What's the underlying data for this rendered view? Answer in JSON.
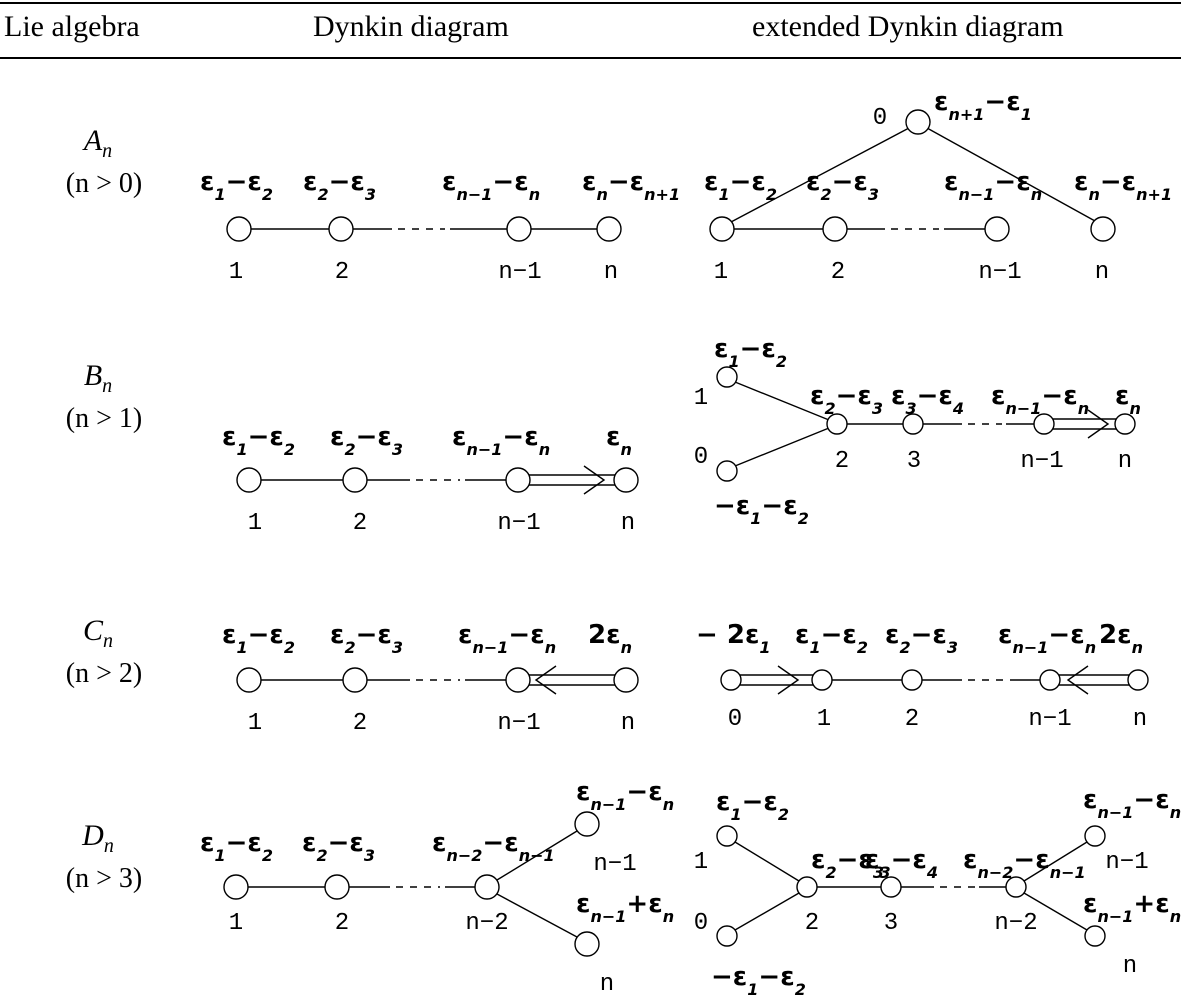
{
  "header": {
    "col_lie": "Lie algebra",
    "col_dynkin": "Dynkin diagram",
    "col_extended": "extended Dynkin diagram"
  },
  "rows": [
    {
      "algebra": "A",
      "sub": "n",
      "condition": "(n > 0)",
      "dynkin": {
        "roots": [
          {
            "a": "ε",
            "as": "1",
            "op": "−",
            "b": "ε",
            "bs": "2"
          },
          {
            "a": "ε",
            "as": "2",
            "op": "−",
            "b": "ε",
            "bs": "3"
          },
          {
            "a": "ε",
            "as": "n−1",
            "op": "−",
            "b": "ε",
            "bs": "n"
          },
          {
            "a": "ε",
            "as": "n",
            "op": "−",
            "b": "ε",
            "bs": "n+1"
          }
        ],
        "labels": [
          "1",
          "2",
          "n−1",
          "n"
        ]
      },
      "extended": {
        "roots": [
          {
            "a": "ε",
            "as": "n+1",
            "op": "−",
            "b": "ε",
            "bs": "1"
          },
          {
            "a": "ε",
            "as": "1",
            "op": "−",
            "b": "ε",
            "bs": "2"
          },
          {
            "a": "ε",
            "as": "2",
            "op": "−",
            "b": "ε",
            "bs": "3"
          },
          {
            "a": "ε",
            "as": "n−1",
            "op": "−",
            "b": "ε",
            "bs": "n"
          },
          {
            "a": "ε",
            "as": "n",
            "op": "−",
            "b": "ε",
            "bs": "n+1"
          }
        ],
        "labels": [
          "0",
          "1",
          "2",
          "n−1",
          "n"
        ]
      }
    },
    {
      "algebra": "B",
      "sub": "n",
      "condition": "(n > 1)",
      "dynkin": {
        "roots": [
          {
            "a": "ε",
            "as": "1",
            "op": "−",
            "b": "ε",
            "bs": "2"
          },
          {
            "a": "ε",
            "as": "2",
            "op": "−",
            "b": "ε",
            "bs": "3"
          },
          {
            "a": "ε",
            "as": "n−1",
            "op": "−",
            "b": "ε",
            "bs": "n"
          },
          {
            "a": "ε",
            "as": "n"
          }
        ],
        "labels": [
          "1",
          "2",
          "n−1",
          "n"
        ]
      },
      "extended": {
        "roots": [
          {
            "a": "ε",
            "as": "1",
            "op": "−",
            "b": "ε",
            "bs": "2"
          },
          {
            "pre": "−",
            "a": "ε",
            "as": "1",
            "op": "−",
            "b": "ε",
            "bs": "2"
          },
          {
            "a": "ε",
            "as": "2",
            "op": "−",
            "b": "ε",
            "bs": "3"
          },
          {
            "a": "ε",
            "as": "3",
            "op": "−",
            "b": "ε",
            "bs": "4"
          },
          {
            "a": "ε",
            "as": "n−1",
            "op": "−",
            "b": "ε",
            "bs": "n"
          },
          {
            "a": "ε",
            "as": "n"
          }
        ],
        "labels": [
          "1",
          "0",
          "2",
          "3",
          "n−1",
          "n"
        ]
      }
    },
    {
      "algebra": "C",
      "sub": "n",
      "condition": "(n > 2)",
      "dynkin": {
        "roots": [
          {
            "a": "ε",
            "as": "1",
            "op": "−",
            "b": "ε",
            "bs": "2"
          },
          {
            "a": "ε",
            "as": "2",
            "op": "−",
            "b": "ε",
            "bs": "3"
          },
          {
            "a": "ε",
            "as": "n−1",
            "op": "−",
            "b": "ε",
            "bs": "n"
          },
          {
            "pre": "2",
            "a": "ε",
            "as": "n"
          }
        ],
        "labels": [
          "1",
          "2",
          "n−1",
          "n"
        ]
      },
      "extended": {
        "roots": [
          {
            "pre": "− 2",
            "a": "ε",
            "as": "1"
          },
          {
            "a": "ε",
            "as": "1",
            "op": "−",
            "b": "ε",
            "bs": "2"
          },
          {
            "a": "ε",
            "as": "2",
            "op": "−",
            "b": "ε",
            "bs": "3"
          },
          {
            "a": "ε",
            "as": "n−1",
            "op": "−",
            "b": "ε",
            "bs": "n"
          },
          {
            "pre": "2",
            "a": "ε",
            "as": "n"
          }
        ],
        "labels": [
          "0",
          "1",
          "2",
          "n−1",
          "n"
        ]
      }
    },
    {
      "algebra": "D",
      "sub": "n",
      "condition": "(n > 3)",
      "dynkin": {
        "roots": [
          {
            "a": "ε",
            "as": "1",
            "op": "−",
            "b": "ε",
            "bs": "2"
          },
          {
            "a": "ε",
            "as": "2",
            "op": "−",
            "b": "ε",
            "bs": "3"
          },
          {
            "a": "ε",
            "as": "n−2",
            "op": "−",
            "b": "ε",
            "bs": "n−1"
          },
          {
            "a": "ε",
            "as": "n−1",
            "op": "−",
            "b": "ε",
            "bs": "n"
          },
          {
            "a": "ε",
            "as": "n−1",
            "op": "+",
            "b": "ε",
            "bs": "n"
          }
        ],
        "labels": [
          "1",
          "2",
          "n−2",
          "n−1",
          "n"
        ]
      },
      "extended": {
        "roots": [
          {
            "a": "ε",
            "as": "1",
            "op": "−",
            "b": "ε",
            "bs": "2"
          },
          {
            "pre": "−",
            "a": "ε",
            "as": "1",
            "op": "−",
            "b": "ε",
            "bs": "2"
          },
          {
            "a": "ε",
            "as": "2",
            "op": "−",
            "b": "ε",
            "bs": "3"
          },
          {
            "a": "ε",
            "as": "3",
            "op": "−",
            "b": "ε",
            "bs": "4"
          },
          {
            "a": "ε",
            "as": "n−2",
            "op": "−",
            "b": "ε",
            "bs": "n−1"
          },
          {
            "a": "ε",
            "as": "n−1",
            "op": "−",
            "b": "ε",
            "bs": "n"
          },
          {
            "a": "ε",
            "as": "n−1",
            "op": "+",
            "b": "ε",
            "bs": "n"
          }
        ],
        "labels": [
          "1",
          "0",
          "2",
          "3",
          "n−2",
          "n−1",
          "n"
        ]
      }
    }
  ]
}
